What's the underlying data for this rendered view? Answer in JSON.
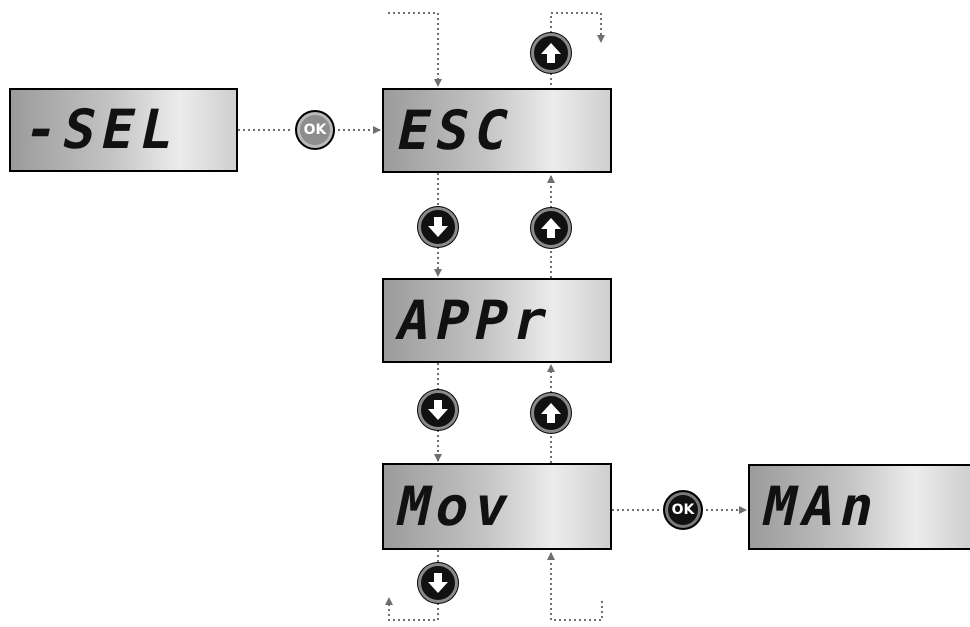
{
  "displays": {
    "sel": "-SEL",
    "esc": "ESC",
    "appr": "APPr",
    "mov": "Mov",
    "man": "MAn"
  },
  "buttons": {
    "ok_label": "OK"
  },
  "colors": {
    "connector": "#6f6f6f",
    "button_fill": "#111111",
    "button_ring": "#8a8a8a",
    "ok_grey": "#8d8d8d",
    "lcd_dark": "#9b9b9b",
    "lcd_light": "#ececec"
  },
  "icons": {
    "up": "arrow-up-icon",
    "down": "arrow-down-icon",
    "ok": "ok-button"
  }
}
